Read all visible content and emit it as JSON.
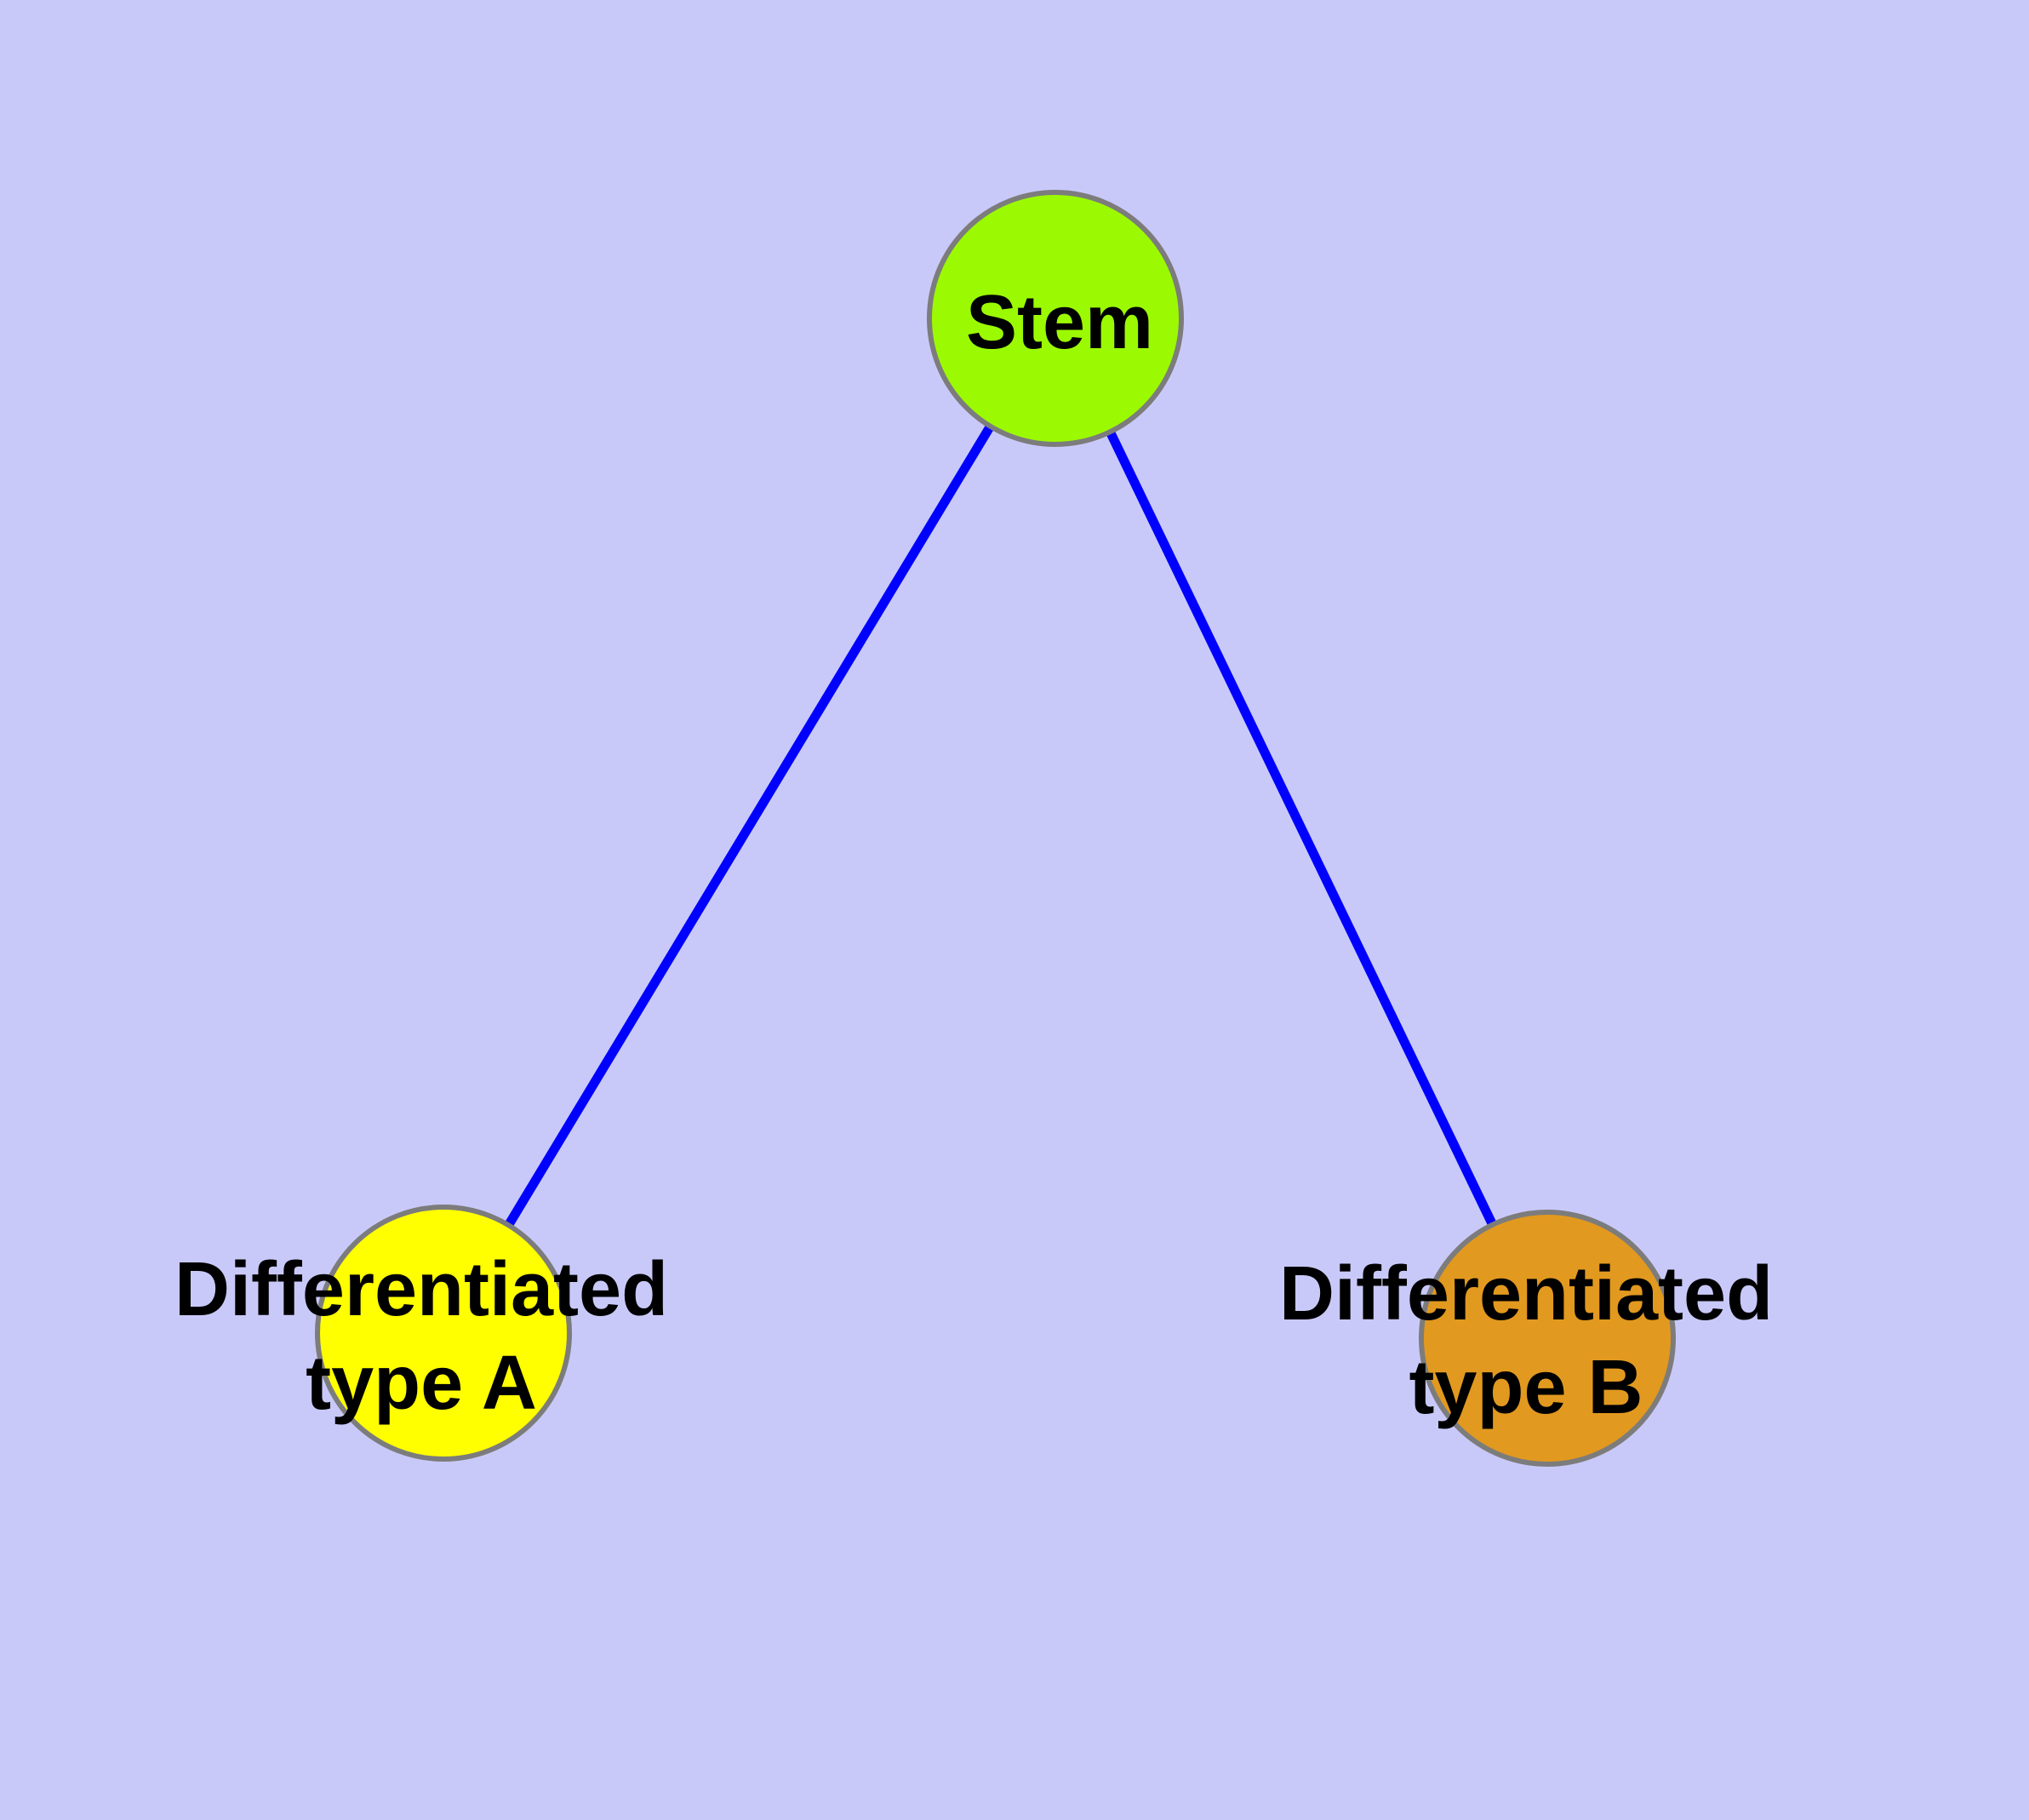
{
  "diagram": {
    "type": "node-link-graph",
    "background_color": "#C9C9F9",
    "edge_color": "#0000FF",
    "node_border_color": "#7C7C7C",
    "nodes": {
      "stem": {
        "label": "Stem",
        "fill_color": "#9BFA02"
      },
      "type_a": {
        "label_line1": "Differentiated",
        "label_line2": "type A",
        "fill_color": "#FFFF00"
      },
      "type_b": {
        "label_line1": "Differentiated",
        "label_line2": "type B",
        "fill_color": "#E2991F"
      }
    },
    "edges": [
      {
        "from": "Stem",
        "to": "Differentiated type A"
      },
      {
        "from": "Stem",
        "to": "Differentiated type B"
      }
    ]
  }
}
